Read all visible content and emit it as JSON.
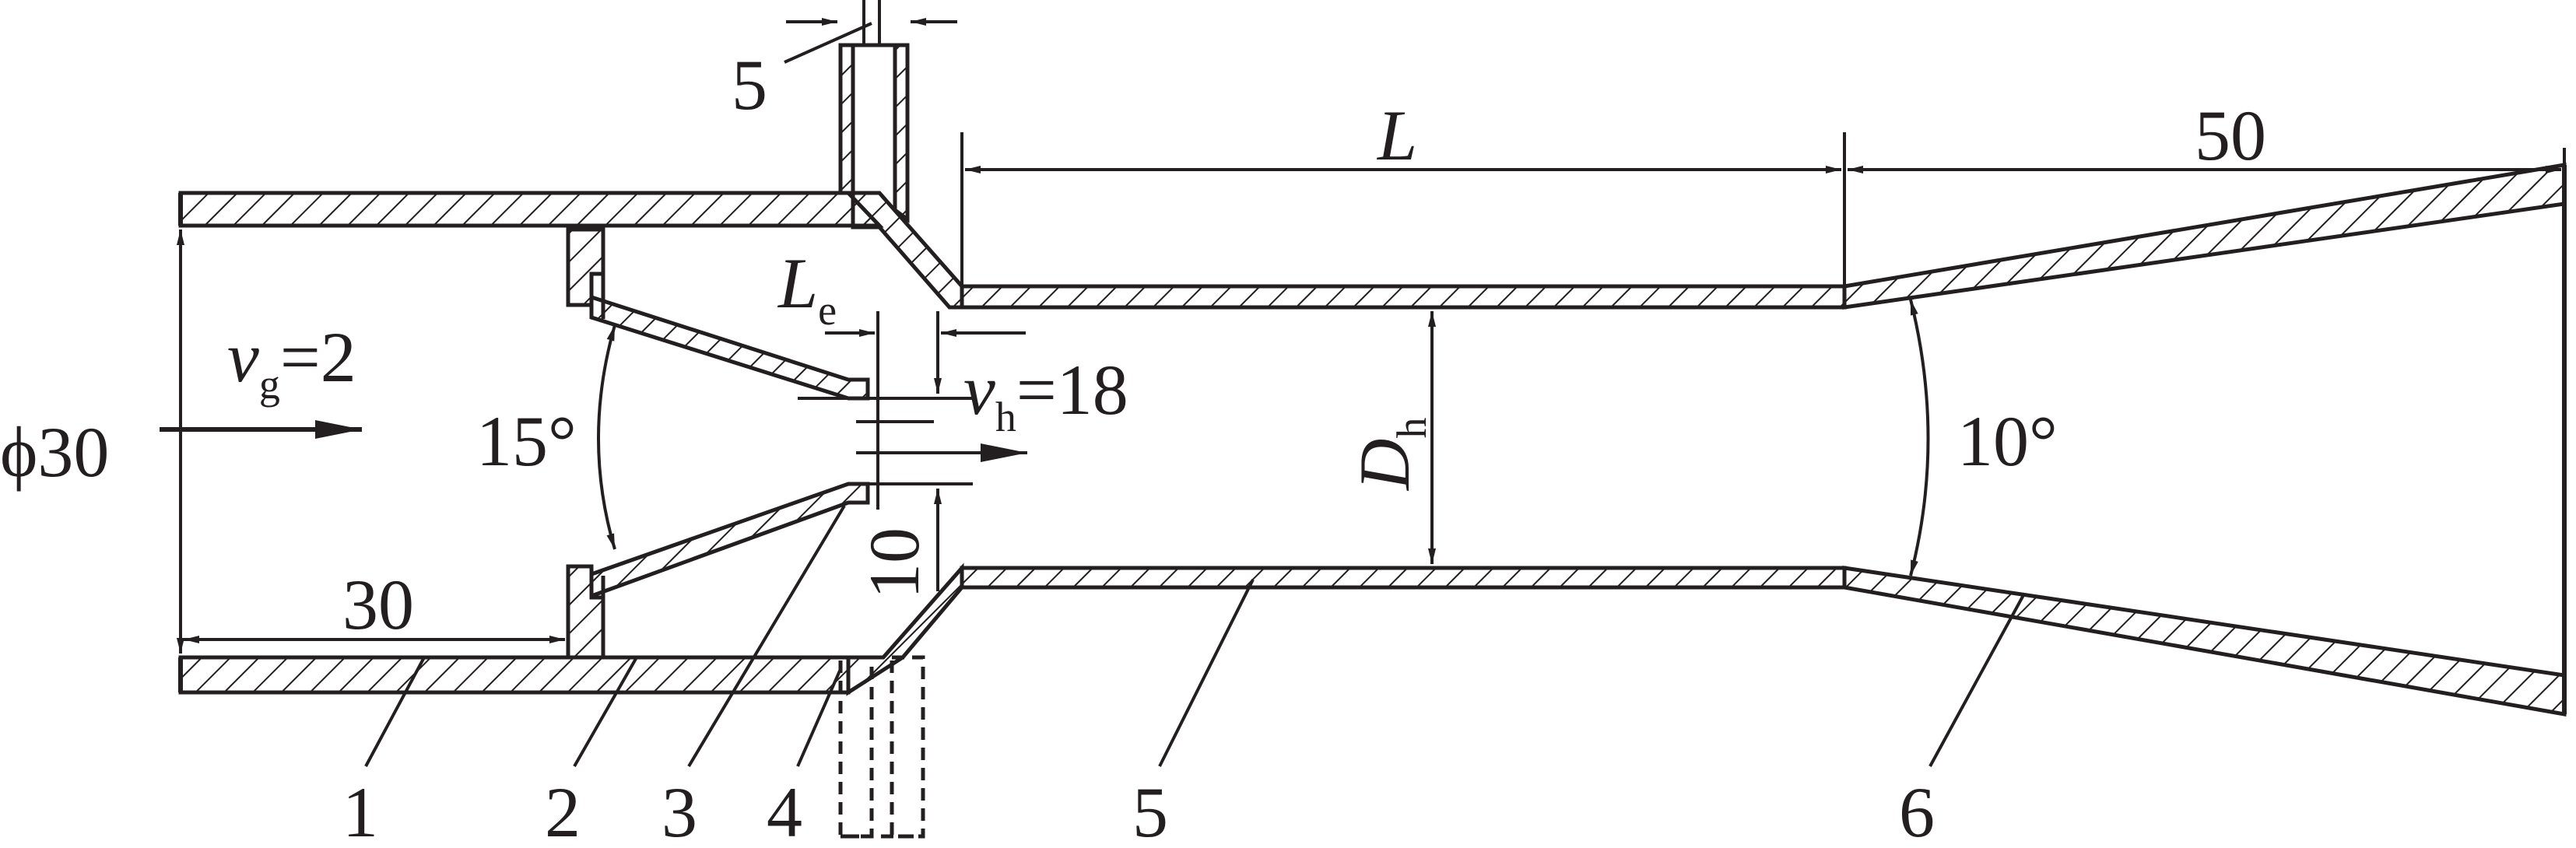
{
  "labels": {
    "diameter": "ϕ30",
    "gas_velocity_symbol": "v",
    "gas_velocity_sub": "g",
    "gas_velocity_value": "=2",
    "jet_velocity_symbol": "v",
    "jet_velocity_sub": "h",
    "jet_velocity_value": "=18",
    "inner_length": "30",
    "cone_angle": "15°",
    "nozzle_length_symbol": "L",
    "nozzle_length_sub": "e",
    "nozzle_exit": "10",
    "inlet_pipe_width": "5",
    "throat_length": "L",
    "diffuser_length": "50",
    "throat_diameter_symbol": "D",
    "throat_diameter_sub": "h",
    "diffuser_angle": "10°"
  },
  "parts": [
    "1",
    "2",
    "3",
    "4",
    "5",
    "6"
  ]
}
